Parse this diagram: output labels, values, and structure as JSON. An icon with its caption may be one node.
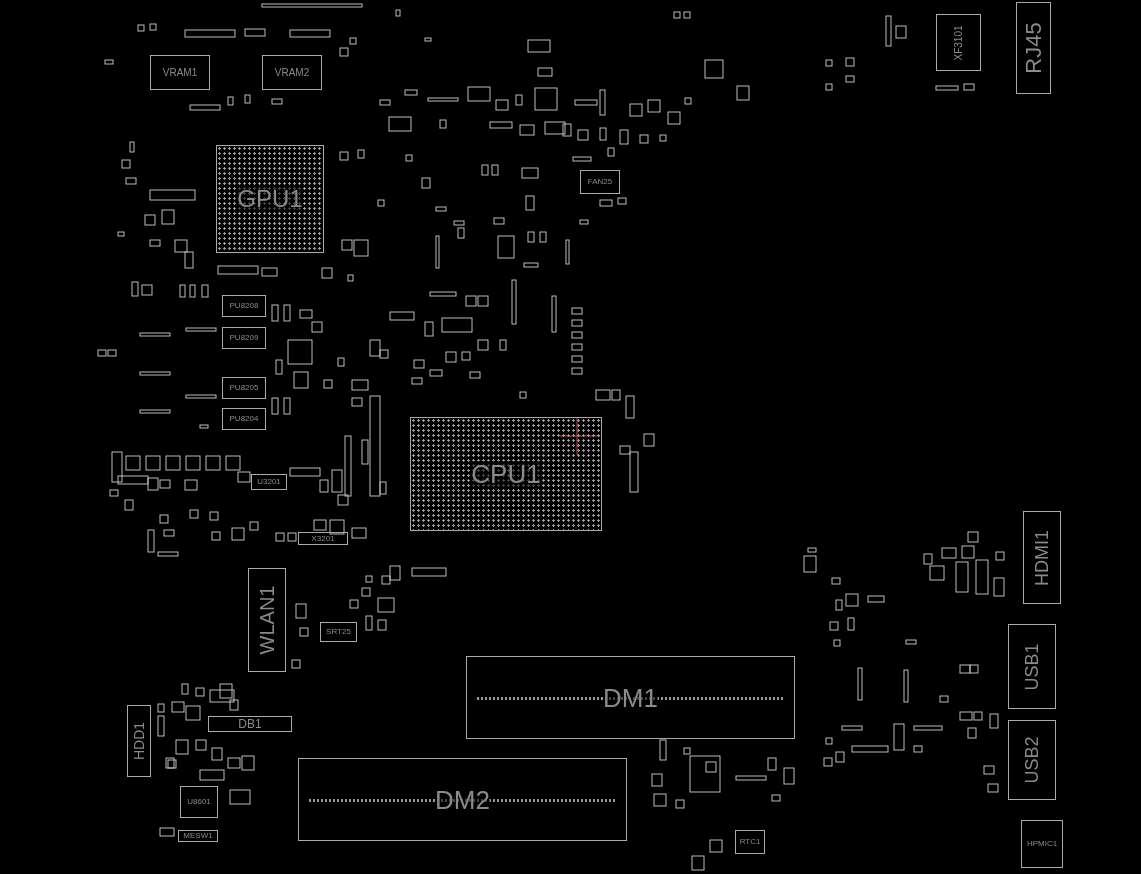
{
  "diagram": {
    "nodes": [
      {
        "text": [
          "VRAM1"
        ]
      },
      {
        "text": [
          "VRAM2"
        ]
      },
      {
        "text": [
          "GPU1"
        ]
      },
      {
        "text": [
          "XF3101"
        ]
      },
      {
        "text": [
          "RJ45"
        ]
      },
      {
        "text": [
          "FAN25"
        ]
      },
      {
        "text": [
          "PU8208"
        ]
      },
      {
        "text": [
          "PU8209"
        ]
      },
      {
        "text": [
          "PU8205"
        ]
      },
      {
        "text": [
          "PU8204"
        ]
      },
      {
        "text": [
          "CPU1"
        ]
      },
      {
        "text": [
          "U3201"
        ]
      },
      {
        "text": [
          "X3201"
        ]
      },
      {
        "text": [
          "WLAN1"
        ]
      },
      {
        "text": [
          "SRT25"
        ]
      },
      {
        "text": [
          "HDMI1"
        ]
      },
      {
        "text": [
          "USB1"
        ]
      },
      {
        "text": [
          "USB2"
        ]
      },
      {
        "text": [
          "DM1"
        ]
      },
      {
        "text": [
          "DB1"
        ]
      },
      {
        "text": [
          "HDD1"
        ]
      },
      {
        "text": [
          "DM2"
        ]
      },
      {
        "text": [
          "U8601"
        ]
      },
      {
        "text": [
          "MESW1"
        ]
      },
      {
        "text": [
          "RTC1"
        ]
      },
      {
        "text": [
          "HPMIC1"
        ]
      }
    ]
  }
}
